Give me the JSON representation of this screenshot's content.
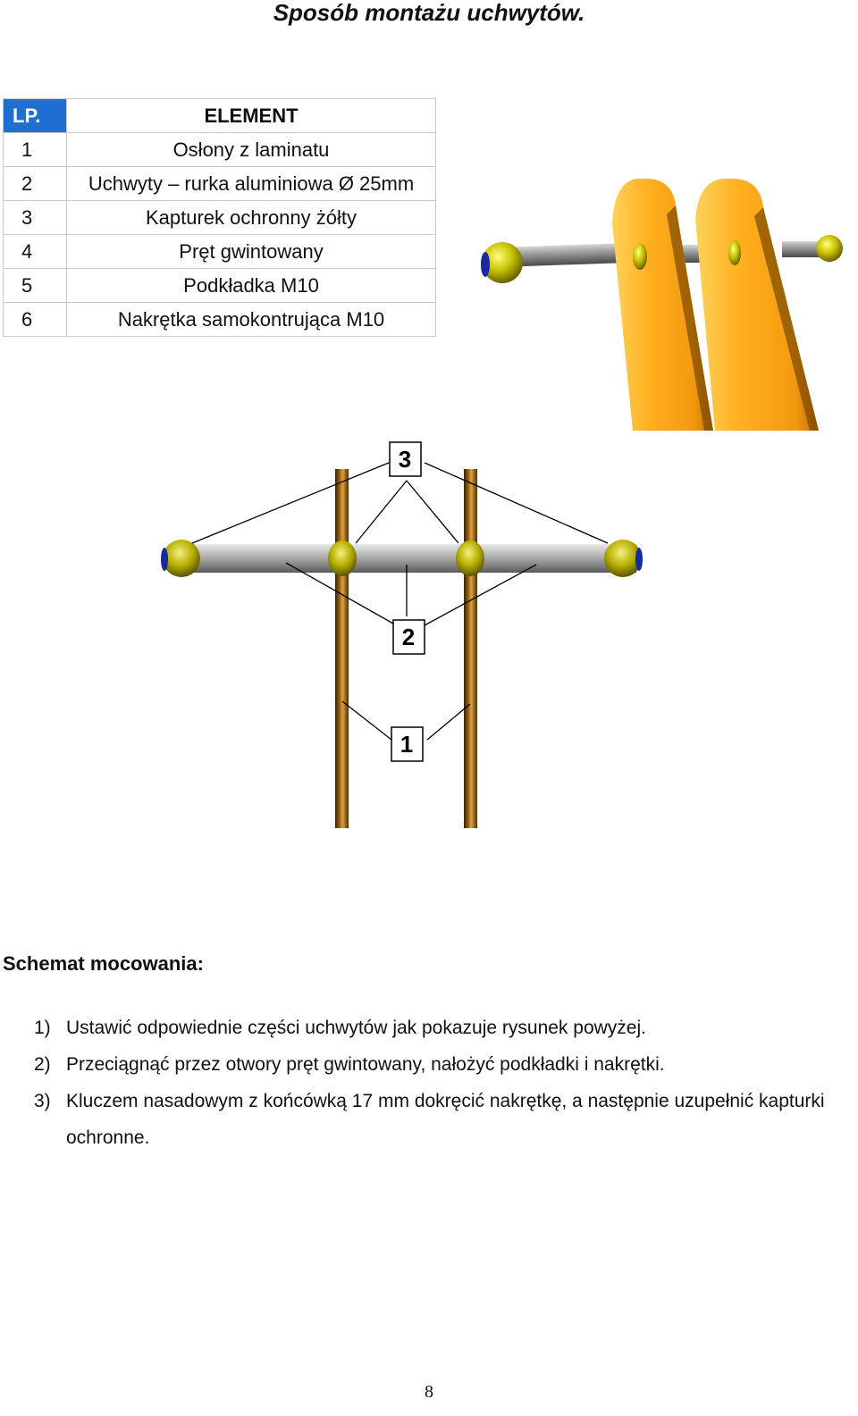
{
  "title": "Sposób montażu uchwytów.",
  "table": {
    "headers": {
      "lp": "LP.",
      "element": "ELEMENT"
    },
    "rows": [
      {
        "n": "1",
        "name": "Osłony z laminatu"
      },
      {
        "n": "2",
        "name": "Uchwyty – rurka aluminiowa Ø 25mm"
      },
      {
        "n": "3",
        "name": "Kapturek ochronny żółty"
      },
      {
        "n": "4",
        "name": "Pręt gwintowany"
      },
      {
        "n": "5",
        "name": "Podkładka M10"
      },
      {
        "n": "6",
        "name": "Nakrętka samokontrująca M10"
      }
    ]
  },
  "diagram": {
    "callout_3": "3",
    "callout_2": "2",
    "callout_1": "1"
  },
  "colors": {
    "panel": "#f5a21a",
    "rod": "#8e8e8e",
    "cap": "#c8c000",
    "cap_end": "#1a2a9c",
    "header": "#1e6fd0"
  },
  "schemat": {
    "heading": "Schemat mocowania:",
    "steps": [
      {
        "num": "1)",
        "text": "Ustawić odpowiednie części uchwytów jak pokazuje rysunek powyżej."
      },
      {
        "num": "2)",
        "text": "Przeciągnąć przez otwory pręt gwintowany, nałożyć podkładki i nakrętki."
      },
      {
        "num": "3)",
        "text": "Kluczem nasadowym z końcówką 17 mm dokręcić nakrętkę, a następnie uzupełnić kapturki ochronne."
      }
    ]
  },
  "page_number": "8"
}
